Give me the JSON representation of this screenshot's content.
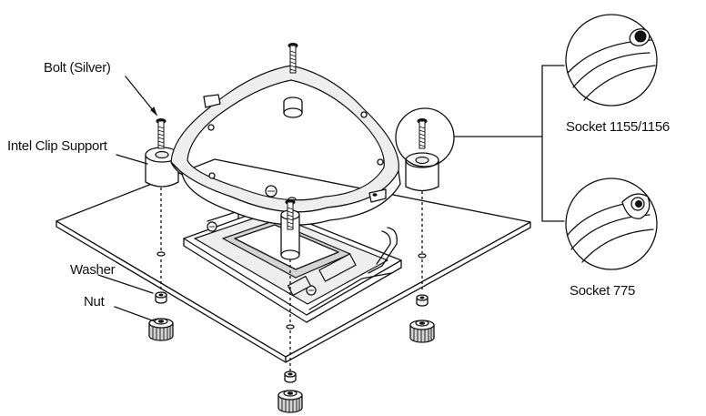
{
  "labels": {
    "bolt": "Bolt (Silver)",
    "intel_clip_support": "Intel Clip Support",
    "washer": "Washer",
    "nut": "Nut",
    "socket_1155_1156": "Socket 1155/1156",
    "socket_775": "Socket 775"
  },
  "colors": {
    "line": "#111111",
    "background": "#ffffff",
    "fill_light": "#eeeeee",
    "fill_mid": "#d4d4d4"
  }
}
